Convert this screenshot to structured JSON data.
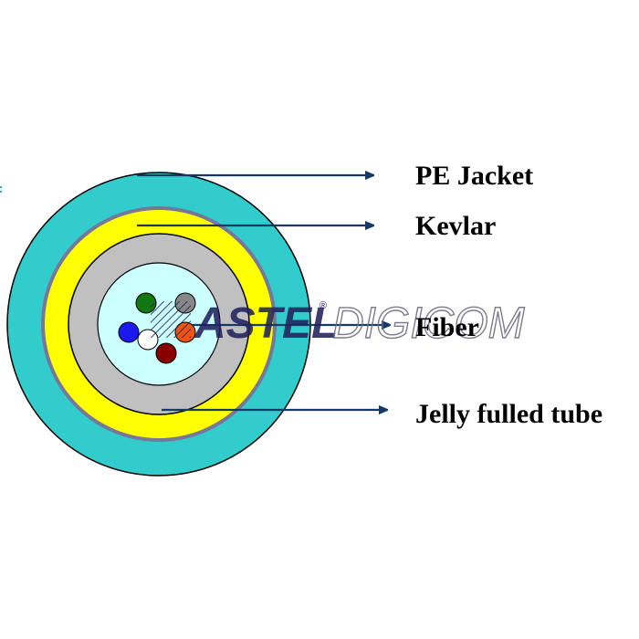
{
  "labels": {
    "pe_jacket": "PE Jacket",
    "kevlar": "Kevlar",
    "fiber": "Fiber",
    "jelly_tube": "Jelly fulled tube"
  },
  "watermark": {
    "brand_primary": "ASTEL",
    "registered": "®",
    "brand_secondary": "DIGICOM"
  },
  "layers": {
    "pe_jacket_color": "#33cccc",
    "kevlar_color": "#ffff00",
    "tube_color": "#c0c0c0",
    "core_color": "#ccffff",
    "separator_color": "#777799"
  },
  "fibers": [
    {
      "color": "#117711",
      "name": "green"
    },
    {
      "color": "#888888",
      "name": "gray"
    },
    {
      "color": "#1a1aee",
      "name": "blue"
    },
    {
      "color": "#ffffff",
      "name": "white"
    },
    {
      "color": "#ee5511",
      "name": "orange"
    },
    {
      "color": "#880000",
      "name": "dark-red"
    }
  ],
  "arrow_color": "#153a66"
}
